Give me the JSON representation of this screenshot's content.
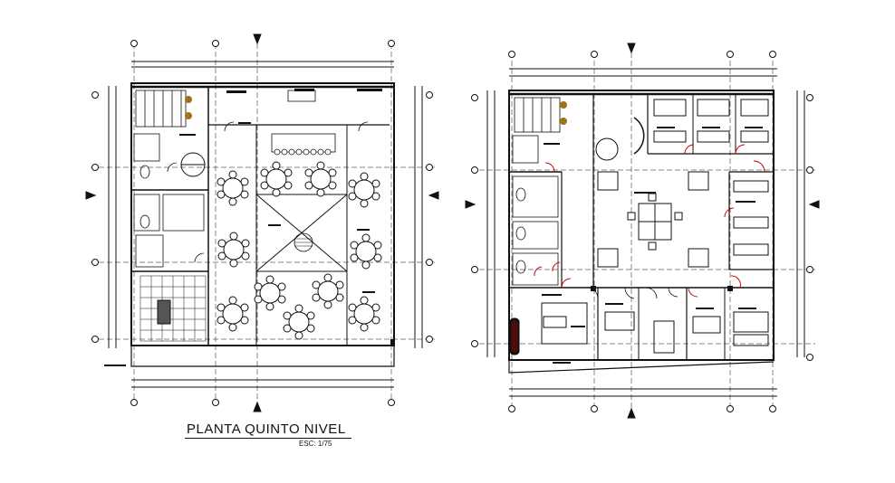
{
  "drawing": {
    "title": "PLANTA QUINTO NIVEL",
    "scale": "ESC: 1/75"
  },
  "colors": {
    "line": "#111111",
    "door": "#cc0000",
    "column_fill": "#111111",
    "accent_brown": "#a0701a",
    "background": "#ffffff"
  },
  "plans": [
    {
      "name": "left-floor-plan",
      "rooms": [
        "restaurant-tables",
        "kitchen",
        "stair",
        "toilets"
      ]
    },
    {
      "name": "right-floor-plan",
      "rooms": [
        "offices",
        "open-workspace",
        "stair",
        "toilets",
        "meeting-rooms"
      ]
    }
  ]
}
